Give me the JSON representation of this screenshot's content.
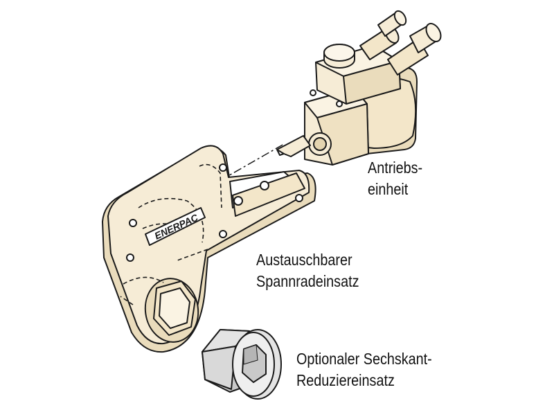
{
  "labels": {
    "drive_unit": [
      "Antriebs-",
      "einheit"
    ],
    "ratchet_insert": [
      "Austauschbarer",
      "Spannradeinsatz"
    ],
    "reducer_insert": [
      "Optionaler Sechskant-",
      "Reduziereinsatz"
    ]
  },
  "logo": {
    "text": "ENERPAC"
  },
  "colors": {
    "body_fill": "#f6ecd6",
    "body_fill_dark": "#eadcbc",
    "reducer_fill": "#e4e4e4",
    "reducer_fill_dark": "#c9c9c9",
    "outline": "#1a1a1a"
  },
  "icons": [
    "hex-reducer-icon",
    "link-head-icon",
    "drive-unit-icon",
    "hose-fitting-icon"
  ]
}
